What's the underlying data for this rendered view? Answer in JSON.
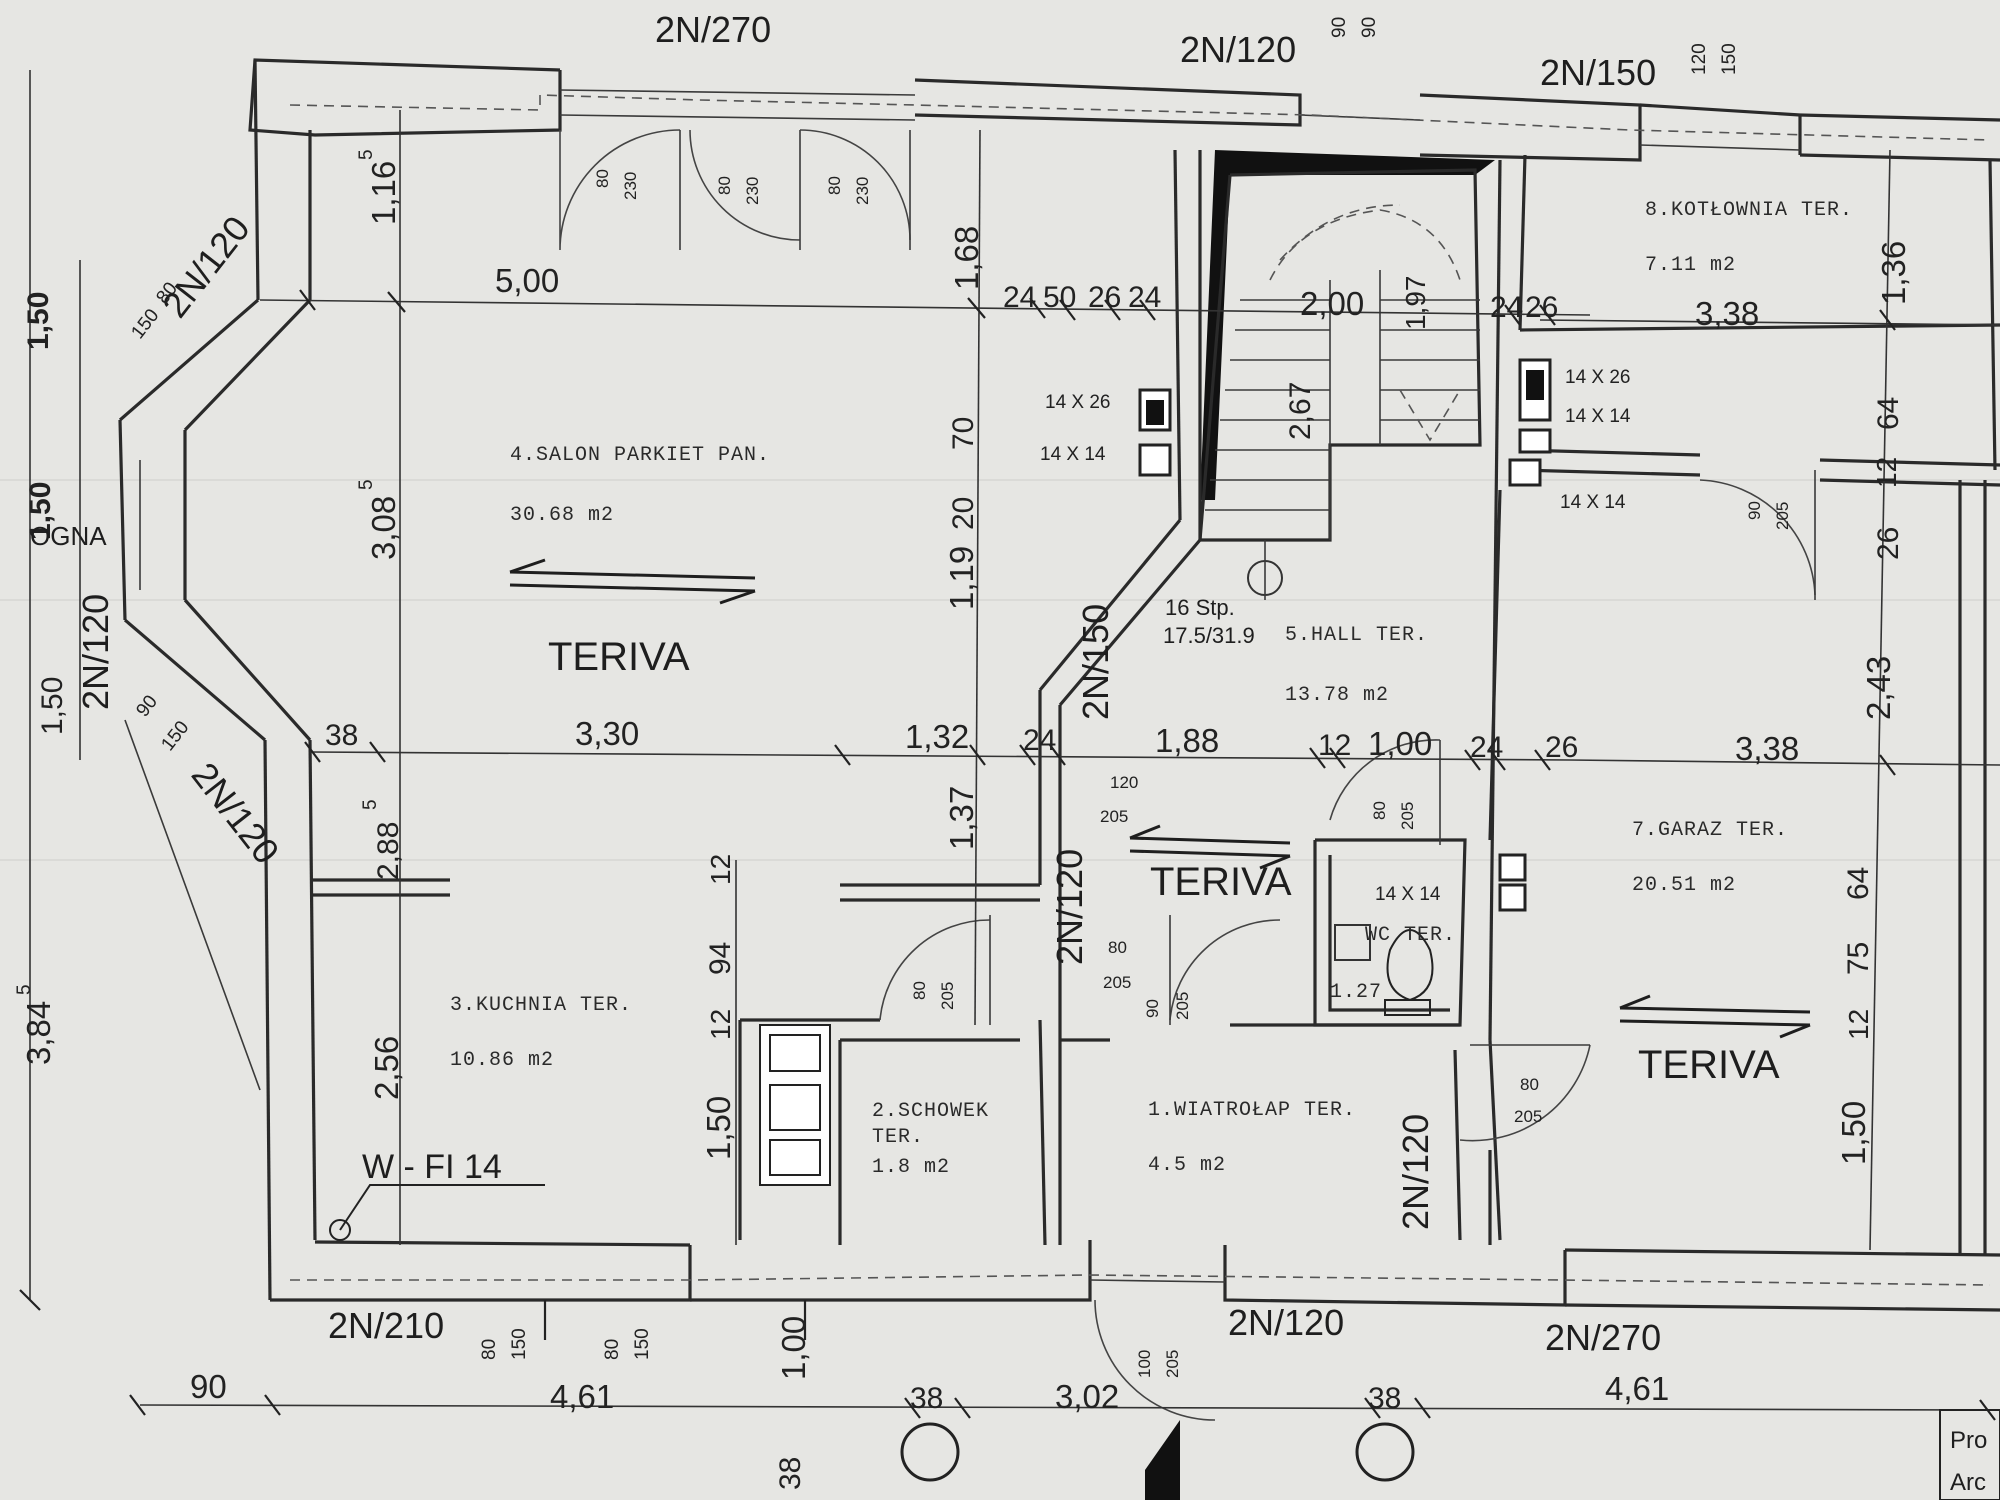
{
  "openings": {
    "top_left": "2N/270",
    "top_mid": "2N/120",
    "top_mid_sup1": "90",
    "top_mid_sup2": "90",
    "top_right": "2N/150",
    "top_right_sup1": "120",
    "top_right_sup2": "150",
    "diag_upper": "2N/120",
    "diag_upper_sup1": "80",
    "diag_upper_sup2": "150",
    "left_mid": "2N/120",
    "diag_lower": "2N/120",
    "diag_lower_sup1": "90",
    "diag_lower_sup2": "150",
    "bottom_left": "2N/210",
    "bottom_left_s1a": "80",
    "bottom_left_s1b": "150",
    "bottom_left_s2a": "80",
    "bottom_left_s2b": "150",
    "bottom_mid": "2N/120",
    "bottom_right": "2N/270",
    "hall_window": "2N/150",
    "kitchen_side": "2N/120",
    "entrance_side": "2N/120"
  },
  "rooms": {
    "salon_name": "4.SALON PARKIET PAN.",
    "salon_area": "30.68 m2",
    "kuchnia_name": "3.KUCHNIA TER.",
    "kuchnia_area": "10.86 m2",
    "schowek_name1": "2.SCHOWEK",
    "schowek_name2": "TER.",
    "schowek_area": "1.8 m2",
    "wiatrolap_name": "1.WIATROŁAP TER.",
    "wiatrolap_area": "4.5 m2",
    "hall_name": "5.HALL TER.",
    "hall_area": "13.78 m2",
    "kotlownia_name": "8.KOTŁOWNIA TER.",
    "kotlownia_area": "7.11 m2",
    "garaz_name": "7.GARAZ TER.",
    "garaz_area": "20.51 m2",
    "wc_name": "WC TER.",
    "wc_area": "1.27"
  },
  "slabs": {
    "salon": "TERIVA",
    "hall": "TERIVA",
    "garaz": "TERIVA"
  },
  "stairs": {
    "steps": "16 Stp.",
    "ratio": "17.5/31.9",
    "w": "2,00",
    "h": "1,97",
    "l": "2,67"
  },
  "chimneys": {
    "a": "14 X 26",
    "b": "14 X 14",
    "c": "14 X 26",
    "d": "14 X 14",
    "e": "14 X 14",
    "f": "14 X 14"
  },
  "doors": {
    "d1a": "80",
    "d1b": "230",
    "d2a": "80",
    "d2b": "230",
    "d3a": "80",
    "d3b": "230",
    "hall_a": "120",
    "hall_b": "205",
    "wc_a": "80",
    "wc_b": "205",
    "kotl_a": "90",
    "kotl_b": "205",
    "kuch_a": "80",
    "kuch_b": "205",
    "schow_a": "80",
    "schow_b": "205",
    "wiat_a": "90",
    "wiat_b": "205",
    "gar_a": "80",
    "gar_b": "205",
    "ent_a": "100",
    "ent_b": "205"
  },
  "dims": {
    "d_116": "1,16",
    "d_116s": "5",
    "d_500": "5,00",
    "d_168": "1,68",
    "d_24a": "24",
    "d_50": "50",
    "d_26a": "26",
    "d_24b": "24",
    "d_24c": "24",
    "d_26b": "26",
    "d_338a": "3,38",
    "d_136": "1,36",
    "d_64a": "64",
    "d_12a": "12",
    "d_26c": "26",
    "d_243": "2,43",
    "d_308": "3,08",
    "d_308s": "5",
    "d_70": "70",
    "d_20": "20",
    "d_119": "1,19",
    "d_38a": "38",
    "d_330": "3,30",
    "d_132": "1,32",
    "d_24d": "24",
    "d_188": "1,88",
    "d_12b": "12",
    "d_100": "1,00",
    "d_24e": "24",
    "d_26d": "26",
    "d_338b": "3,38",
    "d_137": "1,37",
    "d_288": "2,88",
    "d_288s": "5",
    "d_12c": "12",
    "d_94": "94",
    "d_12d": "12",
    "d_256": "2,56",
    "d_150a": "1,50",
    "d_64b": "64",
    "d_75": "75",
    "d_12e": "12",
    "d_150b": "1,50",
    "d_384": "3,84",
    "d_384s": "5",
    "d_150c": "1,50",
    "d_150d": "1,50",
    "d_150e": "1,50",
    "d_90": "90",
    "d_461a": "4,61",
    "d_100b": "1,00",
    "d_38b": "38",
    "d_302": "3,02",
    "d_38c": "38",
    "d_461b": "4,61",
    "d_38d": "38"
  },
  "labels": {
    "fi": "W - FI 14",
    "ogna": "OGNA",
    "pro": "Pro",
    "arc": "Arc"
  }
}
